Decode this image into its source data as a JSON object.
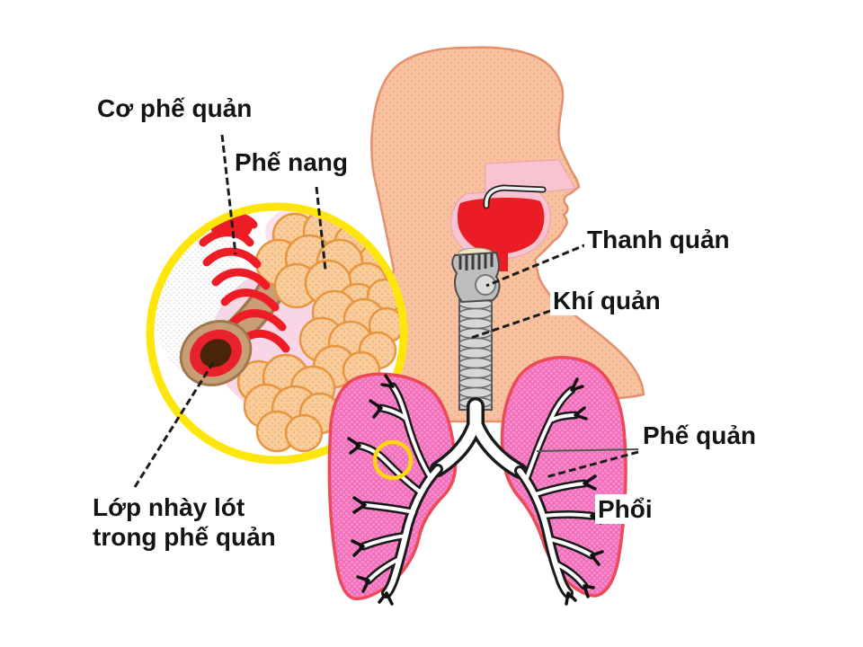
{
  "diagram": {
    "labels": {
      "bronchial_muscle": "Cơ phế quản",
      "alveolus": "Phế nang",
      "larynx": "Thanh quản",
      "trachea": "Khí quản",
      "bronchus": "Phế quản",
      "lung": "Phổi",
      "mucus_line1": "Lớp nhày lót",
      "mucus_line2": "trong phế quản"
    },
    "colors": {
      "background": "#FFFFFF",
      "skin": "#F8C29E",
      "skin_outline": "#E2906F",
      "mouth_pink": "#F9C4D2",
      "throat_red": "#EA1C24",
      "larynx_gray": "#BDBDBD",
      "trachea_gray": "#C9C9C9",
      "lung_pink": "#F36FBC",
      "lung_outline": "#ED4956",
      "inset_ring_yellow": "#FFE60A",
      "highlight_yellow": "#FFD80A",
      "alveoli_fill": "#F8CD9B",
      "alveoli_outline": "#E8953F",
      "bronchiole_tan": "#C79E76",
      "muscle_red": "#EE1C25",
      "label_text": "#141414"
    }
  }
}
